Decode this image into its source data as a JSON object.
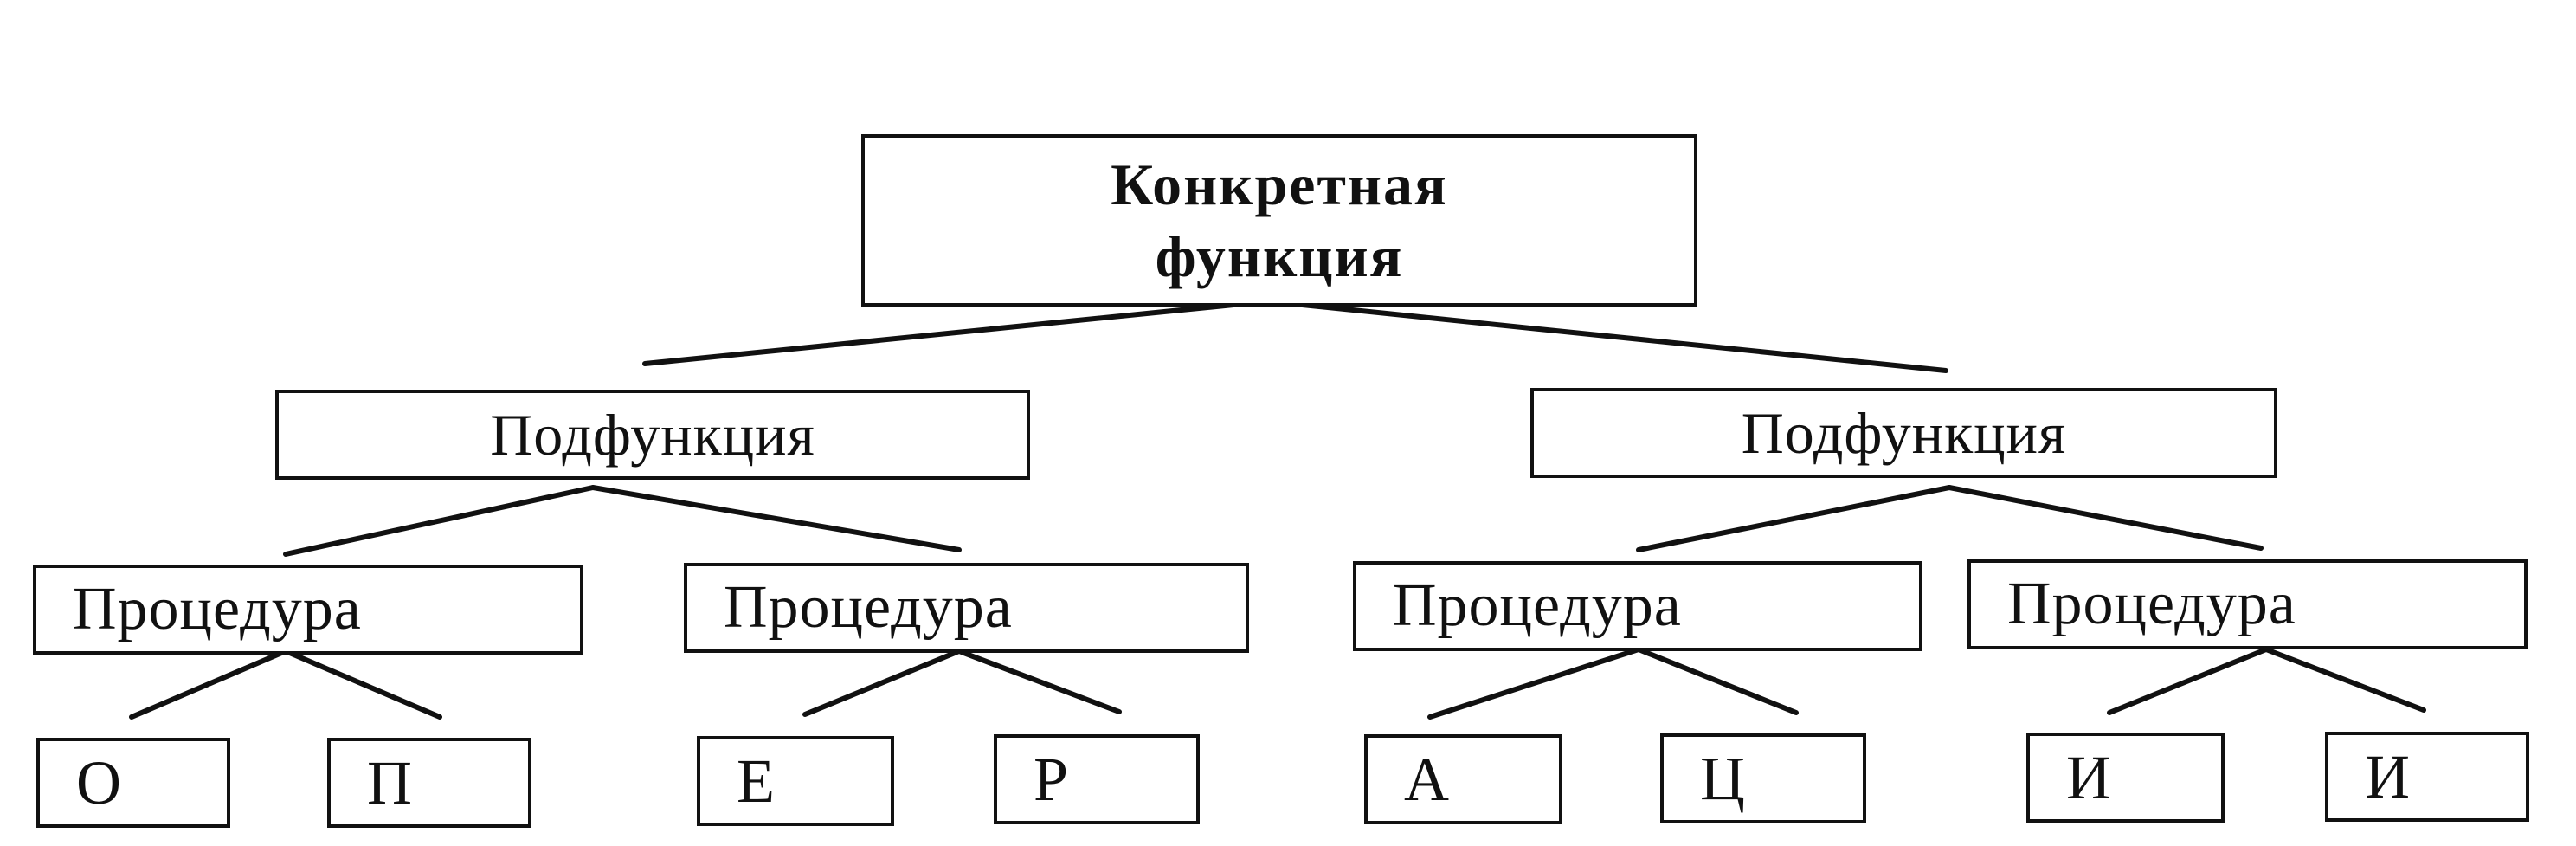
{
  "root": {
    "line1": "Конкретная",
    "line2": "функция"
  },
  "subfunctions": [
    {
      "label": "Подфункция"
    },
    {
      "label": "Подфункция"
    }
  ],
  "procedures": [
    {
      "label": "Процедура"
    },
    {
      "label": "Процедура"
    },
    {
      "label": "Процедура"
    },
    {
      "label": "Процедура"
    }
  ],
  "leaves": [
    {
      "label": "О"
    },
    {
      "label": "П"
    },
    {
      "label": "Е"
    },
    {
      "label": "Р"
    },
    {
      "label": "А"
    },
    {
      "label": "Ц"
    },
    {
      "label": "И"
    },
    {
      "label": "И"
    }
  ]
}
